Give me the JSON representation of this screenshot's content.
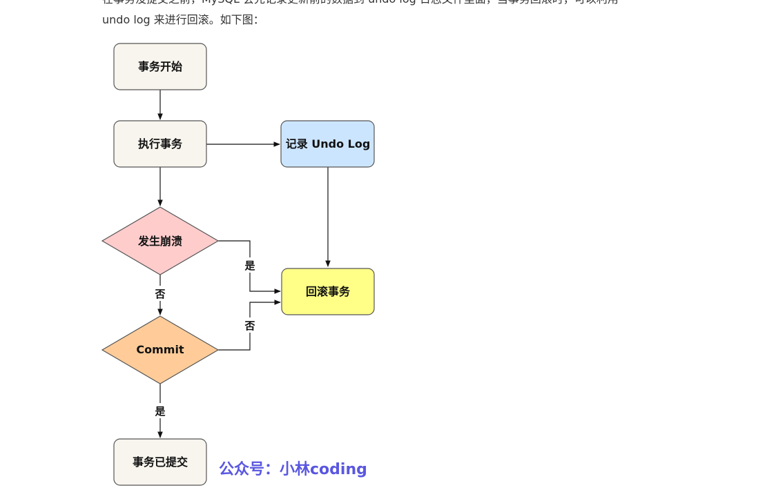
{
  "article": {
    "line1": "在事务没提交之前，MySQL 会先记录更新前的数据到 undo log 日志文件里面，当事务回滚时，可以利用",
    "line2": "undo log 来进行回滚。如下图："
  },
  "diagram": {
    "nodes": {
      "start": "事务开始",
      "execute": "执行事务",
      "record": "记录 Undo Log",
      "crash": "发生崩溃",
      "rollback": "回滚事务",
      "commit": "Commit",
      "committed": "事务已提交"
    },
    "edges": {
      "crash_yes": "是",
      "crash_no": "否",
      "commit_no": "否",
      "commit_yes": "是"
    },
    "watermark": "公众号：小林coding"
  },
  "colors": {
    "neutral_fill": "#f8f5ee",
    "record_fill": "#cce5ff",
    "crash_fill": "#ffcccc",
    "rollback_fill": "#ffff88",
    "commit_fill": "#ffcc99",
    "stroke": "#555555",
    "watermark": "#5a57e0"
  }
}
